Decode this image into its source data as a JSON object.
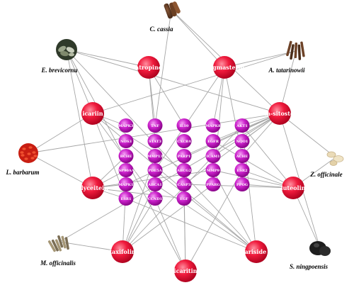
{
  "colors": {
    "compound": "#ef1a3c",
    "target": "#cc22cc",
    "edge": "#a6a6a6",
    "label": "#000000"
  },
  "herbs": [
    {
      "id": "h-cassia",
      "label": "C. cassia",
      "icon": "cinnamon-bark-icon"
    },
    {
      "id": "h-brevicornu",
      "label": "E. brevicornu",
      "icon": "dried-leaves-icon"
    },
    {
      "id": "h-tatarinowii",
      "label": "A. tatarinowii",
      "icon": "rhizome-pieces-icon"
    },
    {
      "id": "h-barbarum",
      "label": "L. barbarum",
      "icon": "goji-berries-icon"
    },
    {
      "id": "h-officinale",
      "label": "Z. officinale",
      "icon": "ginger-slices-icon"
    },
    {
      "id": "h-officinalis",
      "label": "M. officinalis",
      "icon": "root-pieces-icon"
    },
    {
      "id": "h-ningpoensis",
      "label": "S. ningpoensis",
      "icon": "dark-root-icon"
    }
  ],
  "compounds": [
    {
      "id": "c-atropine",
      "label": "atropine"
    },
    {
      "id": "c-stigmasterol",
      "label": "stigmasterol"
    },
    {
      "id": "c-icariin",
      "label": "icariin"
    },
    {
      "id": "c-beta-sitosterol",
      "label": "beta-sitosterol"
    },
    {
      "id": "c-glyceitein",
      "label": "glyceitein"
    },
    {
      "id": "c-luteolin",
      "label": "luteolin"
    },
    {
      "id": "c-taxifolin",
      "label": "taxifolin"
    },
    {
      "id": "c-icariside",
      "label": "icariside II"
    },
    {
      "id": "c-icaritin",
      "label": "icaritin"
    }
  ],
  "targets": [
    {
      "id": "t-mapk3",
      "label": "MAPK3"
    },
    {
      "id": "t-nos3",
      "label": "NOS3"
    },
    {
      "id": "t-bche",
      "label": "BCHE"
    },
    {
      "id": "t-hsp90",
      "label": "HSP90AA1"
    },
    {
      "id": "t-mapk1",
      "label": "MAPK1"
    },
    {
      "id": "t-esr1",
      "label": "ESR1"
    },
    {
      "id": "t-tnf",
      "label": "TNF"
    },
    {
      "id": "t-stat3",
      "label": "STAT3"
    },
    {
      "id": "t-mmp13",
      "label": "MMP13"
    },
    {
      "id": "t-pde5a",
      "label": "PDE5A"
    },
    {
      "id": "t-abca1",
      "label": "ABCA1"
    },
    {
      "id": "t-ccnd1",
      "label": "CCND1"
    },
    {
      "id": "t-il10",
      "label": "IL10"
    },
    {
      "id": "t-cxcr4",
      "label": "CXCR4"
    },
    {
      "id": "t-parp1",
      "label": "PARP1"
    },
    {
      "id": "t-abcg2",
      "label": "ABCG2"
    },
    {
      "id": "t-casp3",
      "label": "CASP3"
    },
    {
      "id": "t-egf",
      "label": "EGF"
    },
    {
      "id": "t-mapk8",
      "label": "MAPK8"
    },
    {
      "id": "t-egfr",
      "label": "EGFR"
    },
    {
      "id": "t-cam1",
      "label": "ICAM1"
    },
    {
      "id": "t-mmp9",
      "label": "MMP9"
    },
    {
      "id": "t-ppar",
      "label": "PPARG"
    },
    {
      "id": "t-akt1",
      "label": "AKT1"
    },
    {
      "id": "t-nqo1",
      "label": "NQO1"
    },
    {
      "id": "t-ache",
      "label": "ACHE"
    },
    {
      "id": "t-esr2",
      "label": "ESR2"
    },
    {
      "id": "t-ppog",
      "label": "PPOG"
    }
  ],
  "edges": [
    [
      "h-cassia",
      "c-stigmasterol"
    ],
    [
      "h-cassia",
      "c-beta-sitosterol"
    ],
    [
      "h-cassia",
      "t-tnf"
    ],
    [
      "h-brevicornu",
      "c-icariin"
    ],
    [
      "h-brevicornu",
      "c-glyceitein"
    ],
    [
      "h-brevicornu",
      "c-icaritin"
    ],
    [
      "h-brevicornu",
      "c-icariside"
    ],
    [
      "h-brevicornu",
      "c-atropine"
    ],
    [
      "h-brevicornu",
      "c-beta-sitosterol"
    ],
    [
      "h-tatarinowii",
      "c-stigmasterol"
    ],
    [
      "h-tatarinowii",
      "c-beta-sitosterol"
    ],
    [
      "h-tatarinowii",
      "c-icariin"
    ],
    [
      "h-barbarum",
      "c-glyceitein"
    ],
    [
      "h-barbarum",
      "c-icariin"
    ],
    [
      "h-barbarum",
      "c-beta-sitosterol"
    ],
    [
      "h-officinale",
      "c-beta-sitosterol"
    ],
    [
      "h-officinale",
      "c-luteolin"
    ],
    [
      "h-officinalis",
      "c-taxifolin"
    ],
    [
      "h-officinalis",
      "c-beta-sitosterol"
    ],
    [
      "h-ningpoensis",
      "c-luteolin"
    ],
    [
      "h-ningpoensis",
      "c-beta-sitosterol"
    ],
    [
      "c-atropine",
      "t-tnf"
    ],
    [
      "c-atropine",
      "t-stat3"
    ],
    [
      "c-atropine",
      "t-il10"
    ],
    [
      "c-stigmasterol",
      "t-mapk8"
    ],
    [
      "c-stigmasterol",
      "t-pde5a"
    ],
    [
      "c-stigmasterol",
      "t-ache"
    ],
    [
      "c-stigmasterol",
      "t-ppar"
    ],
    [
      "c-icariin",
      "t-mapk3"
    ],
    [
      "c-icariin",
      "t-nos3"
    ],
    [
      "c-icariin",
      "t-ccnd1"
    ],
    [
      "c-icariin",
      "t-abcg2"
    ],
    [
      "c-icariin",
      "t-esr1"
    ],
    [
      "c-beta-sitosterol",
      "t-akt1"
    ],
    [
      "c-beta-sitosterol",
      "t-nqo1"
    ],
    [
      "c-beta-sitosterol",
      "t-ache"
    ],
    [
      "c-beta-sitosterol",
      "t-egfr"
    ],
    [
      "c-beta-sitosterol",
      "t-casp3"
    ],
    [
      "c-beta-sitosterol",
      "t-mapk1"
    ],
    [
      "c-beta-sitosterol",
      "t-parp1"
    ],
    [
      "c-beta-sitosterol",
      "t-cam1"
    ],
    [
      "c-glyceitein",
      "t-esr1"
    ],
    [
      "c-glyceitein",
      "t-hsp90"
    ],
    [
      "c-glyceitein",
      "t-mapk1"
    ],
    [
      "c-glyceitein",
      "t-bche"
    ],
    [
      "c-glyceitein",
      "t-mmp9"
    ],
    [
      "c-glyceitein",
      "t-egf"
    ],
    [
      "c-luteolin",
      "t-esr2"
    ],
    [
      "c-luteolin",
      "t-ppog"
    ],
    [
      "c-luteolin",
      "t-mmp9"
    ],
    [
      "c-luteolin",
      "t-akt1"
    ],
    [
      "c-luteolin",
      "t-egfr"
    ],
    [
      "c-luteolin",
      "t-casp3"
    ],
    [
      "c-taxifolin",
      "t-mapk1"
    ],
    [
      "c-taxifolin",
      "t-ccnd1"
    ],
    [
      "c-taxifolin",
      "t-abca1"
    ],
    [
      "c-taxifolin",
      "t-mmp13"
    ],
    [
      "c-taxifolin",
      "t-akt1"
    ],
    [
      "c-taxifolin",
      "t-ppar"
    ],
    [
      "c-icariside",
      "t-mmp9"
    ],
    [
      "c-icariside",
      "t-esr1"
    ],
    [
      "c-icariside",
      "t-abca1"
    ],
    [
      "c-icariside",
      "t-nos3"
    ],
    [
      "c-icariside",
      "t-akt1"
    ],
    [
      "c-icariside",
      "t-pde5a"
    ],
    [
      "c-icaritin",
      "t-egf"
    ],
    [
      "c-icaritin",
      "t-esr2"
    ],
    [
      "c-icaritin",
      "t-casp3"
    ],
    [
      "c-icaritin",
      "t-ccnd1"
    ]
  ]
}
